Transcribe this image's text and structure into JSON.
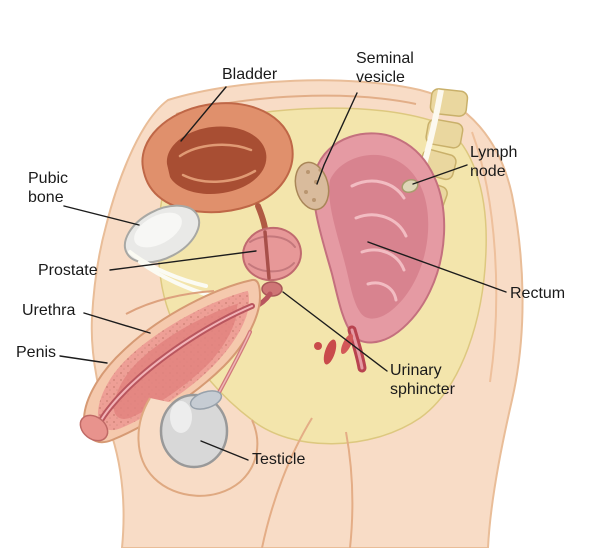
{
  "diagram": {
    "labels": [
      {
        "id": "bladder",
        "text": "Bladder"
      },
      {
        "id": "seminal-vesicle",
        "text": "Seminal\nvesicle"
      },
      {
        "id": "lymph-node",
        "text": "Lymph\nnode"
      },
      {
        "id": "pubic-bone",
        "text": "Pubic\nbone"
      },
      {
        "id": "prostate",
        "text": "Prostate"
      },
      {
        "id": "urethra",
        "text": "Urethra"
      },
      {
        "id": "penis",
        "text": "Penis"
      },
      {
        "id": "rectum",
        "text": "Rectum"
      },
      {
        "id": "urinary-sphincter",
        "text": "Urinary\nsphincter"
      },
      {
        "id": "testicle",
        "text": "Testicle"
      }
    ],
    "palette": {
      "background": "#ffffff",
      "skin": "#f8dcc6",
      "skin_outline": "#e9bd98",
      "fat": "#f3e5ac",
      "vertebrae": "#ead79f",
      "bone": "#e9e9e7",
      "bladder": "#e0906c",
      "bladder_cavity": "#a84e33",
      "rectum": "#e59aa3",
      "prostate": "#e79898",
      "seminal_vesicle": "#d9bb9c",
      "penis_tissue": "#ee9f96",
      "testicle": "#d8d8d8",
      "vessel_red": "#c94b4b",
      "label_text": "#1a1a1a",
      "leader_line": "#1c1c1c"
    }
  }
}
